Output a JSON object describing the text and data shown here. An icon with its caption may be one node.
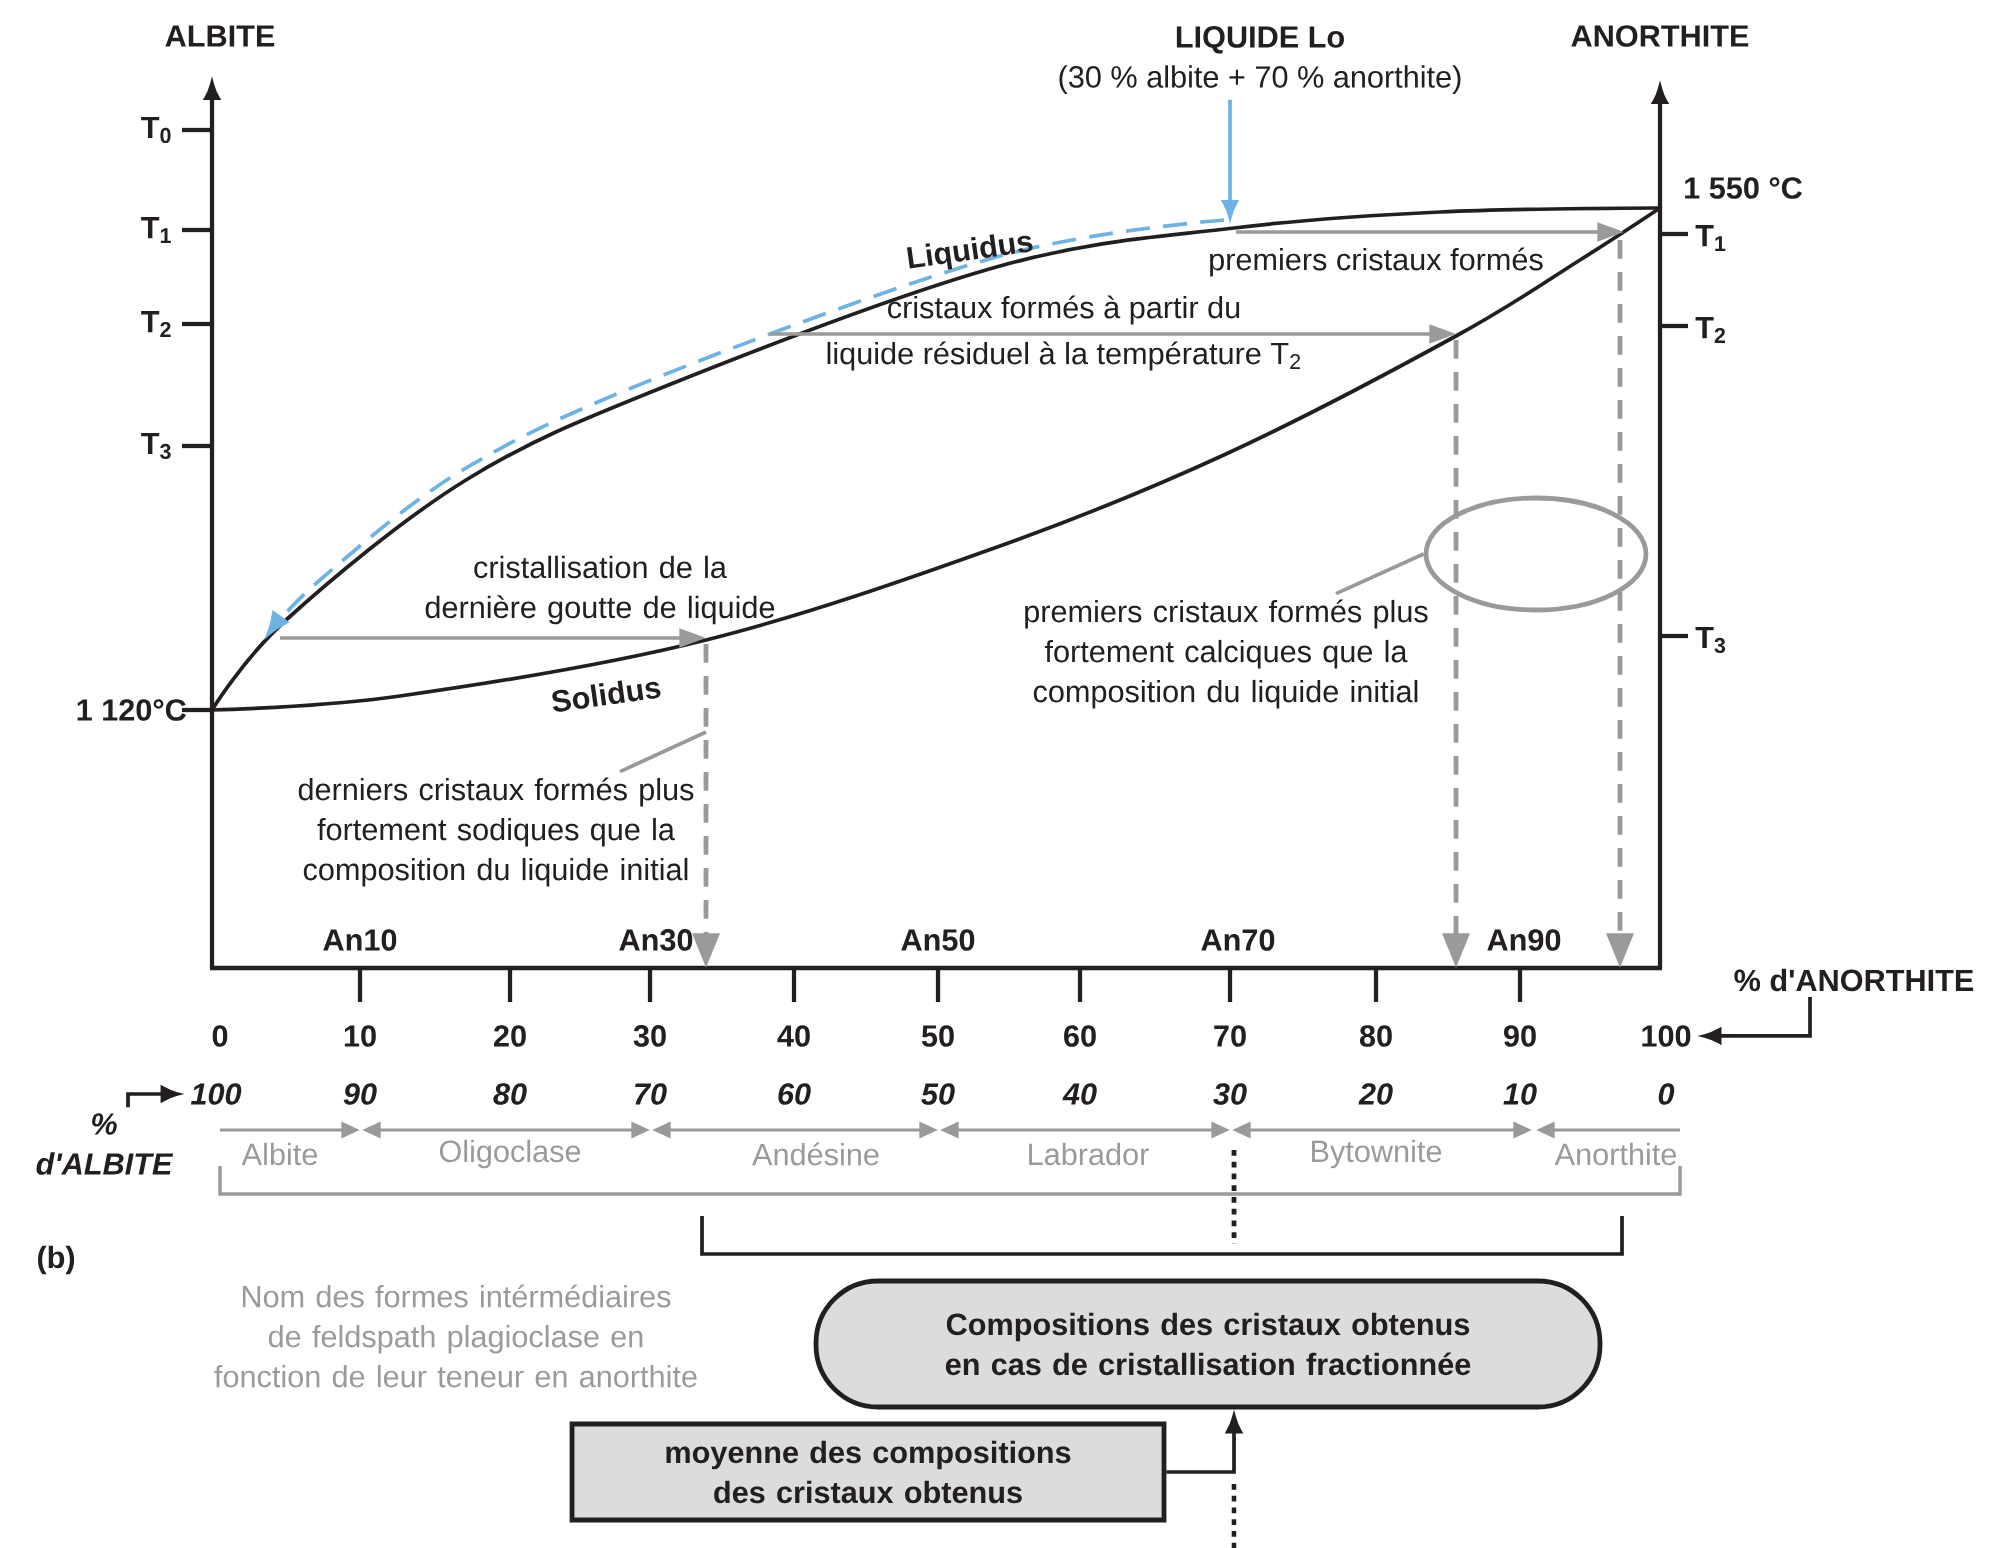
{
  "diagram": {
    "nodes": [
      {
        "text": [
          "LIQUIDE Lo",
          "(30 % albite + 70 % anorthite)"
        ]
      },
      {
        "text": [
          "derniers cristaux formés plus fortement sodiques que la composition du liquide initial"
        ]
      },
      {
        "text": [
          "premiers cristaux formés plus fortement calciques que la composition du liquide initial"
        ]
      },
      {
        "text": [],
        "shape": "ellipse"
      },
      {
        "text": [
          "% d'ALBITE"
        ]
      },
      {
        "text": [
          "100"
        ]
      },
      {
        "text": [
          "% d'ANORTHITE"
        ]
      },
      {
        "text": [
          "100"
        ]
      },
      {
        "text": [
          "Compositions des cristaux obtenus en cas de cristallisation fractionnée"
        ]
      },
      {
        "text": [
          "moyenne des compositions des cristaux obtenus"
        ]
      }
    ],
    "edges": [
      {
        "from": 0,
        "to": null,
        "arrow": "to",
        "color": "#6db3e3"
      },
      {
        "from": 1,
        "to": null,
        "arrow": "none",
        "color": "#999999"
      },
      {
        "from": 2,
        "to": 3,
        "arrow": "none",
        "color": "#999999"
      },
      {
        "from": 4,
        "to": 5,
        "arrow": "to"
      },
      {
        "from": 6,
        "to": 7,
        "arrow": "to"
      },
      {
        "from": 9,
        "to": 8,
        "arrow": "to"
      }
    ],
    "labels": [
      "ALBITE",
      "ANORTHITE",
      "T$_{0}$",
      "T$_{1}$",
      "1 550 °C",
      "T$_{1}$",
      "Liquidus",
      "premiers cristaux formés",
      "T$_{2}$",
      "cristaux formés à partir du",
      "liquide résiduel à la température T$_{2}$",
      "T$_{2}$",
      "T$_{3}$",
      "cristallisation de la dernière goutte de liquide",
      "T$_{3}$",
      "1 120°C",
      "Solidus",
      "An10",
      "An30",
      "An50",
      "An70",
      "An90",
      "0",
      "10",
      "20",
      "30",
      "40",
      "50",
      "60",
      "70",
      "80",
      "90",
      "90",
      "80",
      "70",
      "60",
      "50",
      "40",
      "30",
      "20",
      "10",
      "0",
      "Albite",
      "Oligoclase",
      "Andésine",
      "Labrador",
      "Bytownite",
      "Anorthite",
      "(b)",
      "Nom des formes intérmédiaires de feldspath plagioclase en fonction de leur teneur en anorthite"
    ]
  }
}
